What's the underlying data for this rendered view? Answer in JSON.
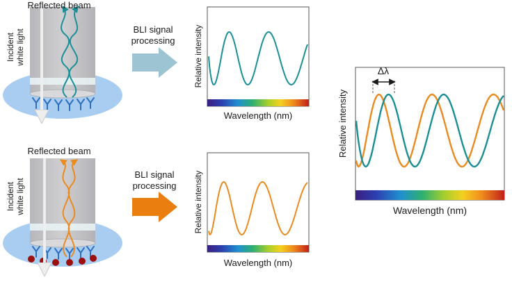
{
  "top_panel": {
    "reflected_label": "Reflected beam",
    "incident_label_1": "Incident",
    "incident_label_2": "white light",
    "process_label_1": "BLI signal",
    "process_label_2": "processing",
    "ylabel": "Relative intensity",
    "xlabel": "Wavelength (nm)",
    "curve_color": "#1a8f96",
    "arrow_color": "#9cc4d2"
  },
  "bottom_panel": {
    "reflected_label": "Reflected beam",
    "incident_label_1": "Incident",
    "incident_label_2": "white light",
    "process_label_1": "BLI signal",
    "process_label_2": "processing",
    "ylabel": "Relative intensity",
    "xlabel": "Wavelength (nm)",
    "curve_color": "#ea8a1f",
    "arrow_color": "#ea7f10"
  },
  "comparison": {
    "shift_label": "Δλ",
    "ylabel": "Relative intensity",
    "xlabel": "Wavelength (nm)",
    "teal_color": "#1a8f96",
    "orange_color": "#ea8a1f"
  },
  "colors": {
    "biosensor_gray": "#c8c8cb",
    "surface_blue": "#a9cdf0",
    "antibody_blue": "#2f6fc0",
    "analyte_red": "#9c1010"
  }
}
